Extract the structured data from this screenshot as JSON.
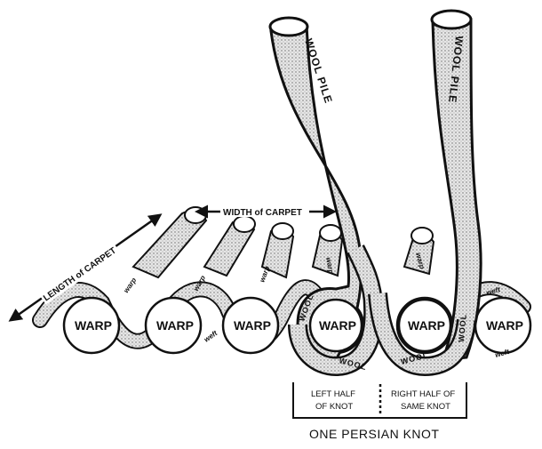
{
  "labels": {
    "wool_pile": "WOOL PILE",
    "wool": "WOOL",
    "warp_big": "WARP",
    "warp_small": "warp",
    "weft": "weft",
    "width": "WIDTH of CARPET",
    "length": "LENGTH of CARPET",
    "left_half_1": "LEFT HALF",
    "left_half_2": "OF KNOT",
    "right_half_1": "RIGHT HALF OF",
    "right_half_2": "SAME KNOT",
    "one_persian_knot": "ONE PERSIAN KNOT"
  },
  "colors": {
    "ink": "#111111",
    "fill": "#ffffff",
    "stipple": "#cfcfcf"
  }
}
